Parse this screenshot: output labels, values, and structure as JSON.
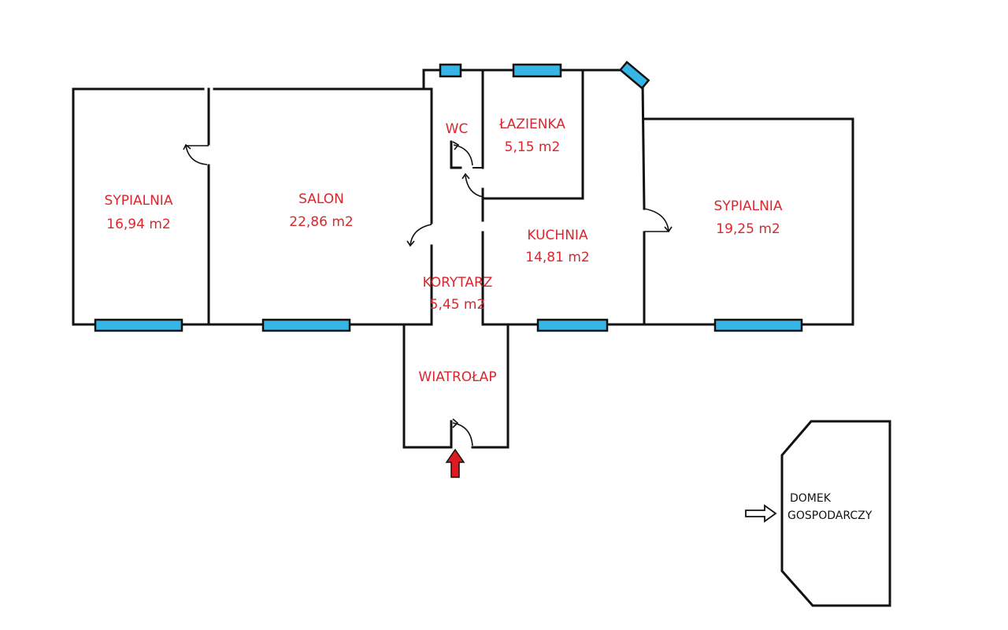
{
  "rooms": {
    "bedroom_left": {
      "label": "SYPIALNIA",
      "area": "16,94 m2"
    },
    "salon": {
      "label": "SALON",
      "area": "22,86 m2"
    },
    "wc": {
      "label": "WC"
    },
    "lazienka": {
      "label": "ŁAZIENKA",
      "area": "5,15 m2"
    },
    "kuchnia": {
      "label": "KUCHNIA",
      "area": "14,81 m2"
    },
    "bedroom_right": {
      "label": "SYPIALNIA",
      "area": "19,25 m2"
    },
    "korytarz": {
      "label": "KORYTARZ",
      "area": "5,45 m2"
    },
    "wiatrolap": {
      "label": "WIATROŁAP"
    }
  },
  "shed": {
    "line1": "DOMEK",
    "line2": "GOSPODARCZY"
  },
  "colors": {
    "label_red": "#d9272e",
    "window_blue": "#35b6e6",
    "wall": "#111111",
    "entry_arrow": "#e0191e"
  },
  "icons": [
    "door-swing-icon",
    "window-icon",
    "entry-arrow-icon",
    "shed-arrow-icon"
  ]
}
